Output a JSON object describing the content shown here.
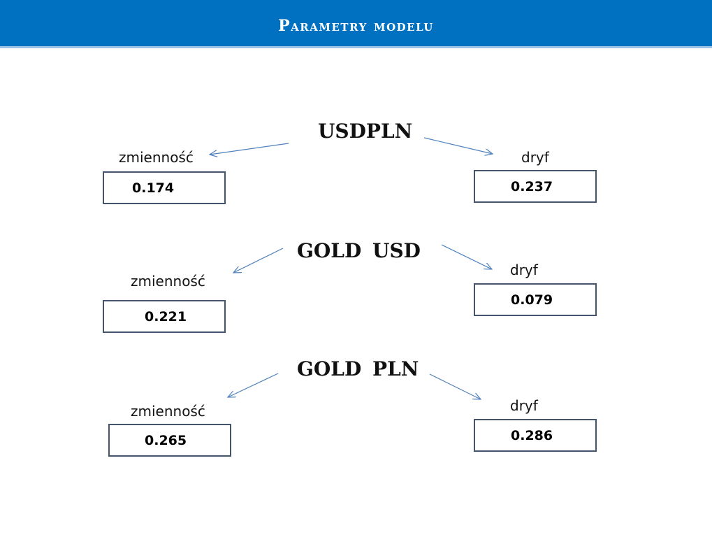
{
  "header": {
    "title": "Parametry modelu"
  },
  "colors": {
    "header_bg": "#0070c0",
    "arrow": "#4f81bd",
    "box_border": "#44546a"
  },
  "groups": [
    {
      "title": "USDPLN",
      "volatility": {
        "label": "zmienność",
        "value": "0.174"
      },
      "drift": {
        "label": "dryf",
        "value": "0.237"
      }
    },
    {
      "title": "GOLD USD",
      "volatility": {
        "label": "zmienność",
        "value": "0.221"
      },
      "drift": {
        "label": "dryf",
        "value": "0.079"
      }
    },
    {
      "title": "GOLD PLN",
      "volatility": {
        "label": "zmienność",
        "value": "0.265"
      },
      "drift": {
        "label": "dryf",
        "value": "0.286"
      }
    }
  ]
}
